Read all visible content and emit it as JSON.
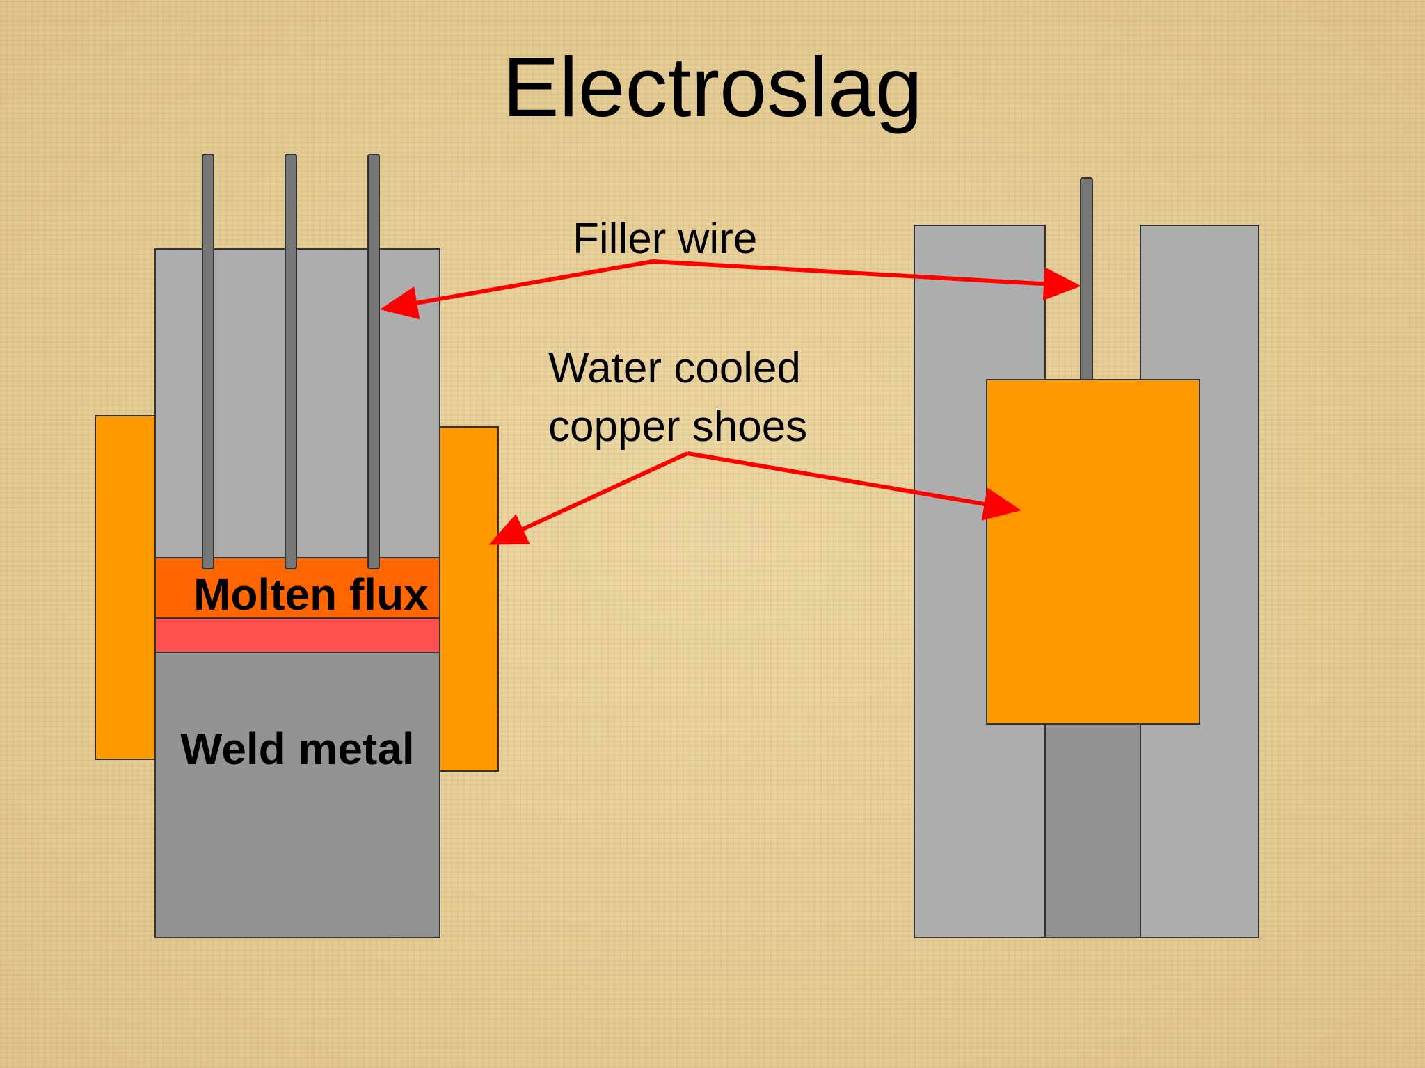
{
  "title": "Electroslag",
  "labels": {
    "filler_wire": "Filler wire",
    "water_cooled_line1": "Water cooled",
    "water_cooled_line2": "copper shoes",
    "molten_flux": "Molten flux",
    "weld_metal": "Weld metal"
  },
  "colors": {
    "plate": "#adadad",
    "weld_metal": "#939393",
    "wire": "#777777",
    "copper_shoe": "#ff9900",
    "molten_flux": "#ff6600",
    "molten_pool": "#ff5050",
    "arrow": "#ff0000"
  }
}
